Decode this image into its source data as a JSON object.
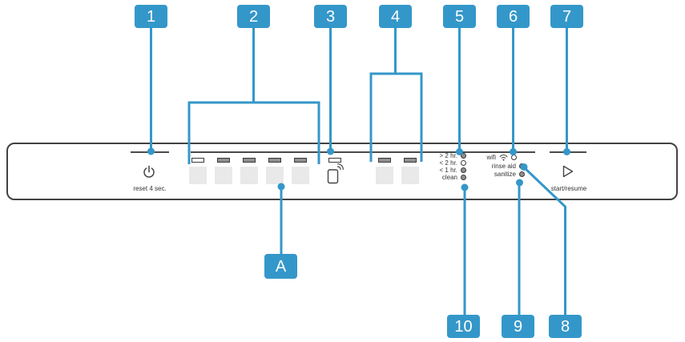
{
  "colors": {
    "accent": "#3497c9",
    "panel_border": "#424242",
    "printed_line": "#4a4a4a",
    "led_on": "#8f8f8f",
    "button_fill": "#e9e9e9",
    "icon": "#444444"
  },
  "callouts": [
    "1",
    "2",
    "3",
    "4",
    "5",
    "6",
    "7",
    "8",
    "9",
    "10",
    "A"
  ],
  "panel": {
    "power_button": {
      "reset_label": "reset 4 sec."
    },
    "option_buttons": [
      {
        "led": "off"
      },
      {
        "led": "on"
      },
      {
        "led": "on"
      },
      {
        "led": "on"
      },
      {
        "led": "on"
      }
    ],
    "remote_button": {
      "led": "off"
    },
    "cycle_buttons": [
      {
        "led": "on"
      },
      {
        "led": "on"
      }
    ],
    "time_indicators": [
      {
        "label": "> 2 hr.",
        "state": "on"
      },
      {
        "label": "< 2 hr.",
        "state": "off"
      },
      {
        "label": "< 1 hr.",
        "state": "on"
      },
      {
        "label": "clean",
        "state": "on"
      }
    ],
    "misc_indicators": [
      {
        "label": "wifi",
        "state": "off"
      },
      {
        "label": "rinse aid",
        "state": "on"
      },
      {
        "label": "sanitize",
        "state": "on"
      }
    ],
    "start_button": {
      "label": "start/resume"
    }
  }
}
